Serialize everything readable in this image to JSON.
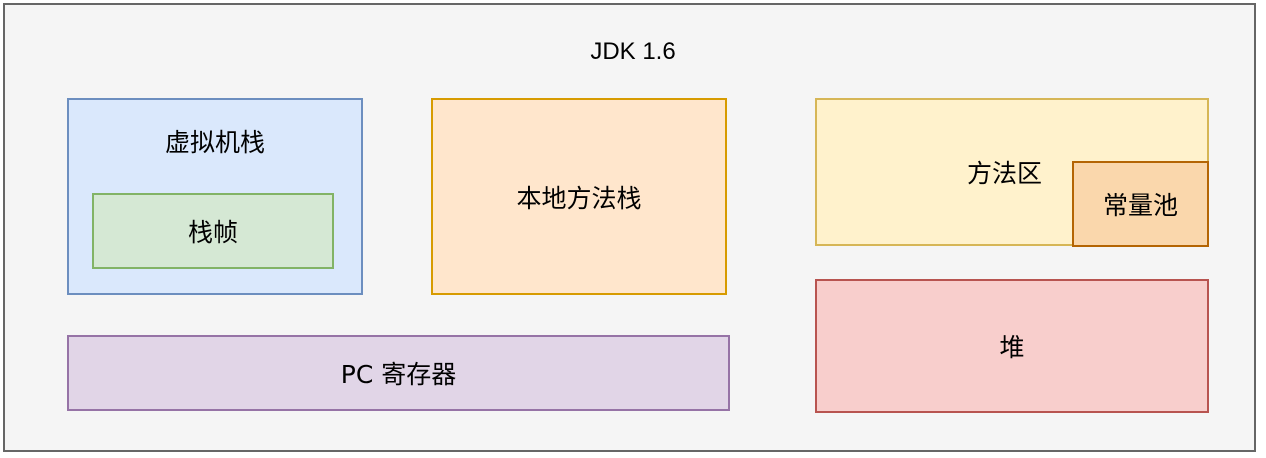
{
  "diagram": {
    "title": "JDK 1.6",
    "vm_stack": {
      "label": "虚拟机栈",
      "frame_label": "栈帧",
      "fill": "#dae8fc",
      "stroke": "#6c8ebf"
    },
    "frame": {
      "fill": "#d5e8d4",
      "stroke": "#82b366"
    },
    "native_method_stack": {
      "label": "本地方法栈",
      "fill": "#ffe6cc",
      "stroke": "#d79b00"
    },
    "method_area": {
      "label": "方法区",
      "fill": "#fff2cc",
      "stroke": "#d6b656"
    },
    "constant_pool": {
      "label": "常量池",
      "fill": "#fad7ac",
      "stroke": "#b46504"
    },
    "heap": {
      "label": "堆",
      "fill": "#f8cecc",
      "stroke": "#b85450"
    },
    "pc_register": {
      "label": "PC 寄存器",
      "fill": "#e1d5e7",
      "stroke": "#9673a6"
    }
  }
}
